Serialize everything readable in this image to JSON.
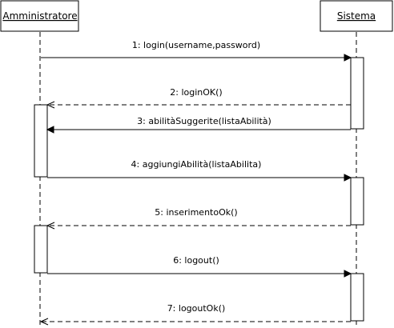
{
  "actors": [
    {
      "key": "admin",
      "label": "Amministratore"
    },
    {
      "key": "system",
      "label": "Sistema"
    }
  ],
  "messages": [
    {
      "text": "1: login(username,password)",
      "from": "admin",
      "to": "system",
      "kind": "call"
    },
    {
      "text": "2: loginOK()",
      "from": "system",
      "to": "admin",
      "kind": "return"
    },
    {
      "text": "3: abilitàSuggerite(listaAbilità)",
      "from": "system",
      "to": "admin",
      "kind": "call"
    },
    {
      "text": "4: aggiungiAbilità(listaAbilita)",
      "from": "admin",
      "to": "system",
      "kind": "call"
    },
    {
      "text": "5: inserimentoOk()",
      "from": "system",
      "to": "admin",
      "kind": "return"
    },
    {
      "text": "6: logout()",
      "from": "admin",
      "to": "system",
      "kind": "call"
    },
    {
      "text": "7: logoutOk()",
      "from": "system",
      "to": "admin",
      "kind": "return"
    }
  ]
}
